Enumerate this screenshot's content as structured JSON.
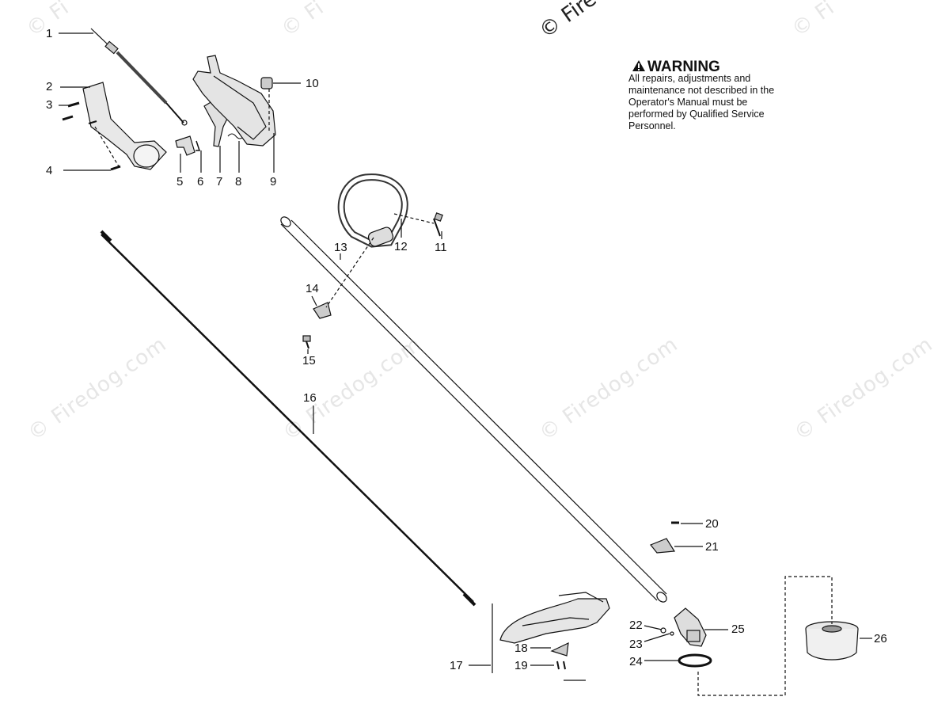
{
  "watermark": {
    "text": "© Firedog.com",
    "top_fragment": "© Fire",
    "edge_fragment": "© Fi"
  },
  "warning": {
    "title": "WARNING",
    "body": "All repairs, adjustments and maintenance not described in the Operator's Manual must be performed by Qualified Service Personnel."
  },
  "part_numbers": [
    "1",
    "2",
    "3",
    "4",
    "5",
    "6",
    "7",
    "8",
    "9",
    "10",
    "11",
    "12",
    "13",
    "14",
    "15",
    "16",
    "17",
    "18",
    "19",
    "20",
    "21",
    "22",
    "23",
    "24",
    "25",
    "26"
  ]
}
